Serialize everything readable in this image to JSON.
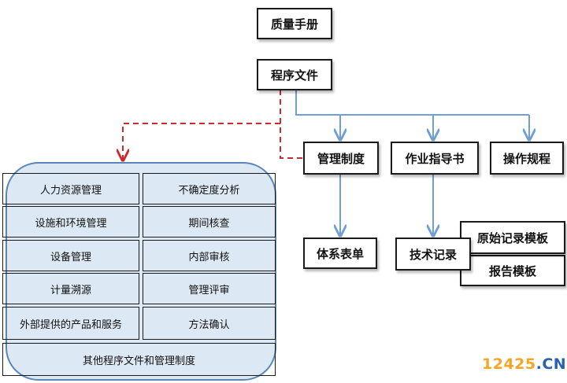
{
  "top": {
    "manual": "质量手册",
    "procedure": "程序文件"
  },
  "branches": {
    "management_system": "管理制度",
    "work_instruction": "作业指导书",
    "operating_procedure": "操作规程"
  },
  "records": {
    "system_forms": "体系表单",
    "technical_records": "技术记录",
    "original_record_template": "原始记录模板",
    "report_template": "报告模板"
  },
  "procedures": {
    "rows": [
      [
        "人力资源管理",
        "不确定度分析"
      ],
      [
        "设施和环境管理",
        "期间核查"
      ],
      [
        "设备管理",
        "内部审核"
      ],
      [
        "计量溯源",
        "管理评审"
      ],
      [
        "外部提供的产品和服务",
        "方法确认"
      ]
    ],
    "footer": "其他程序文件和管理制度"
  },
  "watermark": {
    "number": "12425",
    "dot": ".",
    "tld": "CN"
  },
  "colors": {
    "arrow_blue": "#6f9fd3",
    "dashed_red": "#cc2b2b",
    "container_fill": "#dce8f4",
    "container_border": "#5b87b8"
  }
}
